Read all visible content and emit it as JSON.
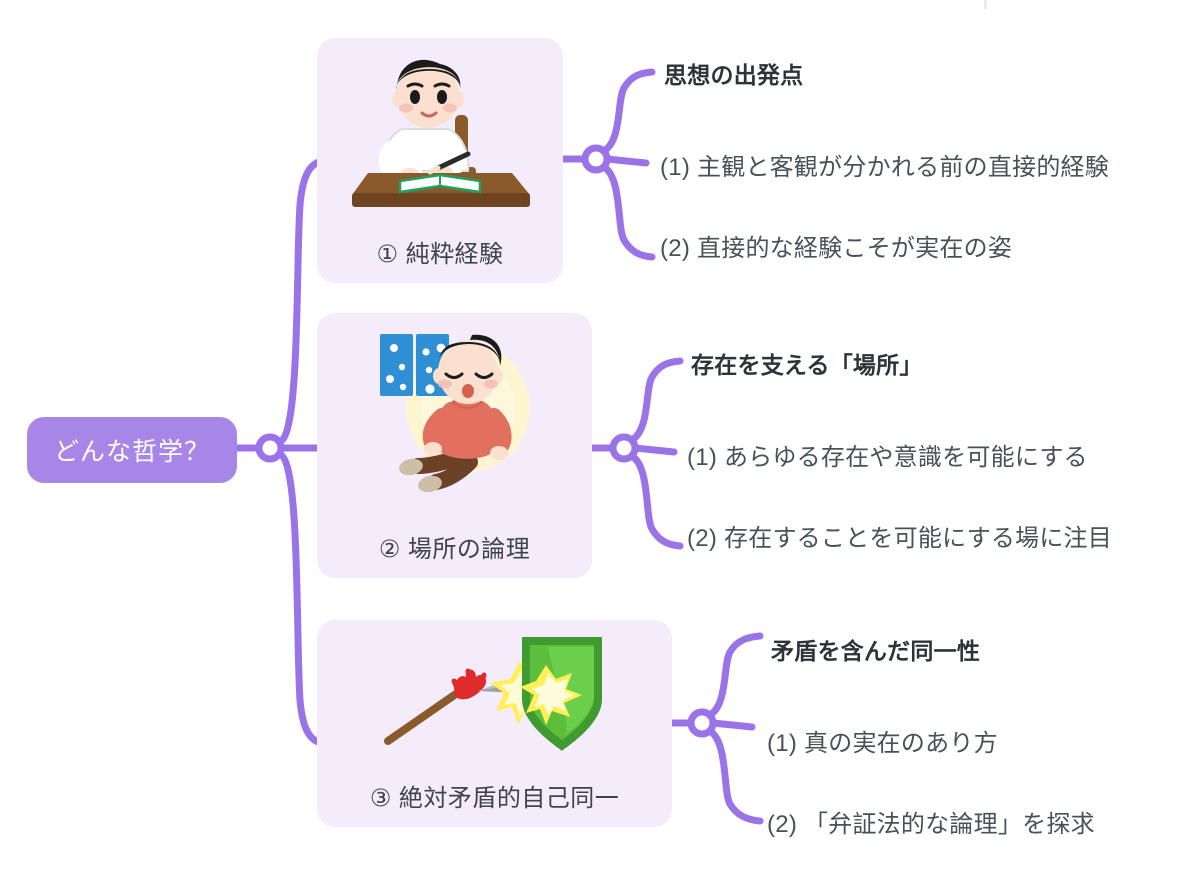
{
  "diagram": {
    "type": "mind-map",
    "title_node": {
      "label": "どんな哲学？",
      "color": "#a886e8",
      "text_color": "#ffffff"
    },
    "connector_color": "#9b73e8",
    "card_color": "#f4ecfb",
    "text_color": "#3a4248",
    "branches": [
      {
        "id": "branch-1",
        "card_label": "① 純粋経験",
        "icon_name": "student-studying-at-desk-icon",
        "heading": "思想の出発点",
        "items": [
          "(1) 主観と客観が分かれる前の直接的経験",
          "(2) 直接的な経験こそが実在の姿"
        ]
      },
      {
        "id": "branch-2",
        "card_label": "② 場所の論理",
        "icon_name": "person-sitting-in-glowing-place-icon",
        "heading": "存在を支える「場所」",
        "items": [
          "(1) あらゆる存在や意識を可能にする",
          "(2)  存在することを可能にする場に注目"
        ]
      },
      {
        "id": "branch-3",
        "card_label": "③ 絶対矛盾的自己同一",
        "icon_name": "spear-striking-shield-icon",
        "heading": "矛盾を含んだ同一性",
        "items": [
          "(1) 真の実在のあり方",
          "(2) 「弁証法的な論理」を探求"
        ]
      }
    ]
  }
}
